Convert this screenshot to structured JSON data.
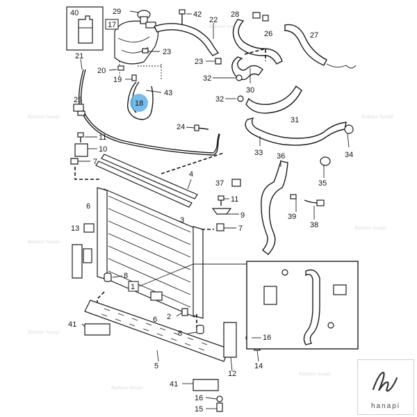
{
  "brand": {
    "name": "hanapi"
  },
  "watermark": "Radiator hanapi",
  "callouts": [
    {
      "id": "c40",
      "text": "40"
    },
    {
      "id": "c29",
      "text": "29"
    },
    {
      "id": "c42",
      "text": "42"
    },
    {
      "id": "c22",
      "text": "22"
    },
    {
      "id": "c28",
      "text": "28"
    },
    {
      "id": "c17",
      "text": "17"
    },
    {
      "id": "c26",
      "text": "26"
    },
    {
      "id": "c27",
      "text": "27"
    },
    {
      "id": "c21",
      "text": "21"
    },
    {
      "id": "c23a",
      "text": "23"
    },
    {
      "id": "c23b",
      "text": "23"
    },
    {
      "id": "c20",
      "text": "20"
    },
    {
      "id": "c19",
      "text": "19"
    },
    {
      "id": "c32a",
      "text": "32"
    },
    {
      "id": "c30",
      "text": "30"
    },
    {
      "id": "c43",
      "text": "43"
    },
    {
      "id": "c18",
      "text": "18"
    },
    {
      "id": "c32b",
      "text": "32"
    },
    {
      "id": "c25",
      "text": "25"
    },
    {
      "id": "c31",
      "text": "31"
    },
    {
      "id": "c24",
      "text": "24"
    },
    {
      "id": "c11a",
      "text": "11"
    },
    {
      "id": "c10",
      "text": "10"
    },
    {
      "id": "c33",
      "text": "33"
    },
    {
      "id": "c34",
      "text": "34"
    },
    {
      "id": "c7a",
      "text": "7"
    },
    {
      "id": "c36",
      "text": "36"
    },
    {
      "id": "c4",
      "text": "4"
    },
    {
      "id": "c35",
      "text": "35"
    },
    {
      "id": "c37",
      "text": "37"
    },
    {
      "id": "c11b",
      "text": "11"
    },
    {
      "id": "c6a",
      "text": "6"
    },
    {
      "id": "c9",
      "text": "9"
    },
    {
      "id": "c3",
      "text": "3"
    },
    {
      "id": "c39",
      "text": "39"
    },
    {
      "id": "c38",
      "text": "38"
    },
    {
      "id": "c7b",
      "text": "7"
    },
    {
      "id": "c13",
      "text": "13"
    },
    {
      "id": "c2",
      "text": "2"
    },
    {
      "id": "c8a",
      "text": "8"
    },
    {
      "id": "c1",
      "text": "1"
    },
    {
      "id": "c6b",
      "text": "6"
    },
    {
      "id": "c41a",
      "text": "41"
    },
    {
      "id": "c8b",
      "text": "8"
    },
    {
      "id": "c16a",
      "text": "16"
    },
    {
      "id": "c14",
      "text": "14"
    },
    {
      "id": "c5",
      "text": "5"
    },
    {
      "id": "c12",
      "text": "12"
    },
    {
      "id": "c41b",
      "text": "41"
    },
    {
      "id": "c16b",
      "text": "16"
    },
    {
      "id": "c15",
      "text": "15"
    }
  ],
  "colors": {
    "highlight": "#5fb0e6",
    "line": "#1a1a1a",
    "watermark": "#dcdcdc"
  }
}
